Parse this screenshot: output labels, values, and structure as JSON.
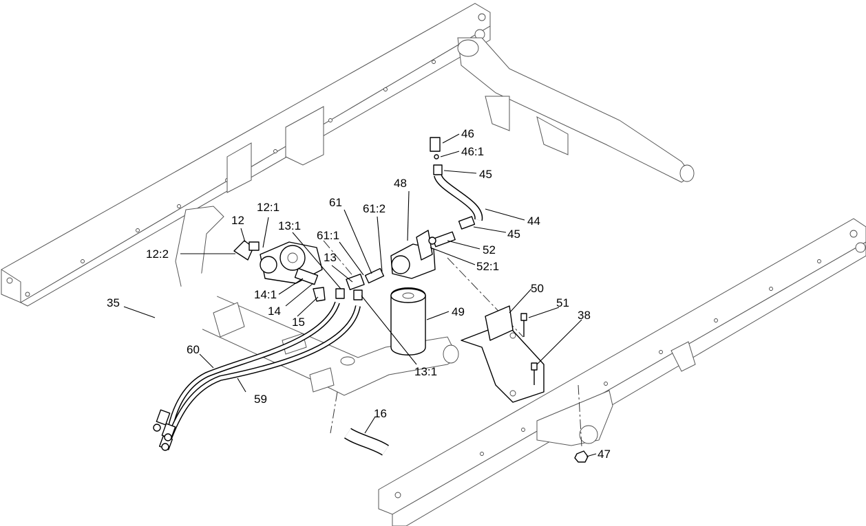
{
  "labels": {
    "l46": "46",
    "l46_1": "46:1",
    "l45a": "45",
    "l44": "44",
    "l45b": "45",
    "l48": "48",
    "l52": "52",
    "l52_1": "52:1",
    "l61": "61",
    "l61_2": "61:2",
    "l61_1": "61:1",
    "l13": "13",
    "l13_1a": "13:1",
    "l12_1": "12:1",
    "l12": "12",
    "l12_2": "12:2",
    "l35": "35",
    "l14_1": "14:1",
    "l14": "14",
    "l15": "15",
    "l49": "49",
    "l50": "50",
    "l51": "51",
    "l38": "38",
    "l60": "60",
    "l59": "59",
    "l13_1b": "13:1",
    "l16": "16",
    "l47": "47"
  }
}
